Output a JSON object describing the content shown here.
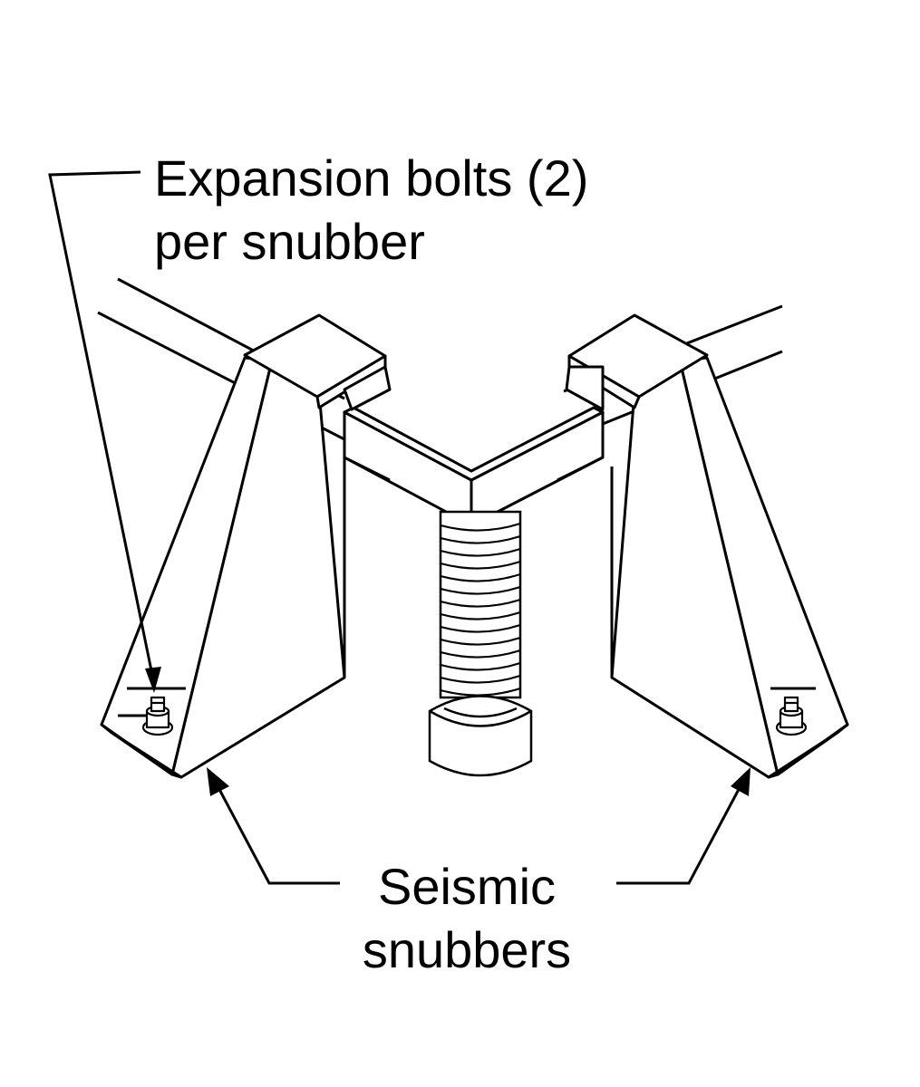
{
  "callouts": {
    "bolts": {
      "line1": "Expansion bolts (2)",
      "line2": "per snubber"
    },
    "snubbers": {
      "line1": "Seismic",
      "line2": "snubbers"
    }
  },
  "colors": {
    "ink": "#000000",
    "background": "#ffffff"
  }
}
